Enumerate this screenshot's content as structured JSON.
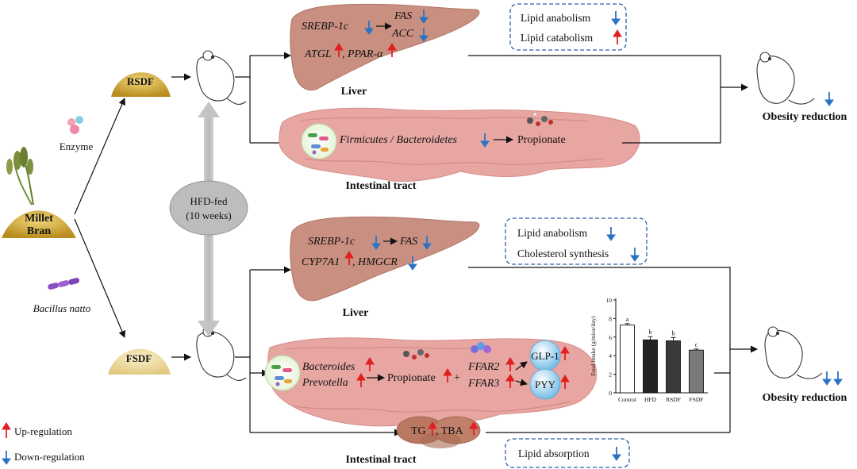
{
  "inputs": {
    "millet_bran": [
      "Millet",
      "Bran"
    ],
    "enzyme": "Enzyme",
    "bacillus": "Bacillus natto",
    "rsdf": "RSDF",
    "fsdf": "FSDF",
    "hfd": [
      "HFD-fed",
      "(10 weeks)"
    ]
  },
  "top": {
    "liver": {
      "srebp": "SREBP-1c",
      "fas": "FAS",
      "acc": "ACC",
      "atgl": "ATGL",
      "ppar_prefix": ", PPAR-α",
      "label": "Liver"
    },
    "box": [
      "Lipid anabolism",
      "Lipid catabolism"
    ],
    "intestine": {
      "ratio": "Firmicutes / Bacteroidetes",
      "product": "Propionate",
      "label": "Intestinal tract"
    },
    "outcome": "Obesity reduction"
  },
  "bottom": {
    "liver": {
      "srebp": "SREBP-1c",
      "fas": "FAS",
      "cyp": "CYP7A1",
      "hmgcr": ", HMGCR",
      "label": "Liver"
    },
    "box": [
      "Lipid anabolism",
      "Cholesterol synthesis"
    ],
    "intestine": {
      "bact1": "Bacteroides",
      "bact2": "Prevotella",
      "product": "Propionate",
      "plus": "+",
      "ffar2": "FFAR2",
      "ffar3": "FFAR3",
      "glp": "GLP-1",
      "pyy": "PYY",
      "tg": "TG",
      "tba": ", TBA",
      "label": "Intestinal tract"
    },
    "absorption": "Lipid absorption",
    "outcome": "Obesity reduction"
  },
  "legend": {
    "up": "Up-regulation",
    "down": "Down-regulation"
  },
  "colors": {
    "up": "#e02020",
    "down": "#2a73c4",
    "liver": "#c98f80",
    "intestine": "#e7a6a2",
    "gold": "#d9b13c",
    "box_border": "#2a5fa8"
  },
  "chart_data": {
    "type": "bar",
    "ylabel": "Food intake (g/mice/day)",
    "ylim": [
      0,
      10
    ],
    "yticks": [
      0,
      2,
      4,
      6,
      8,
      10
    ],
    "categories": [
      "Control",
      "HFD",
      "RSDF",
      "FSDF"
    ],
    "values": [
      7.3,
      5.7,
      5.6,
      4.6
    ],
    "errors": [
      0.15,
      0.35,
      0.35,
      0.12
    ],
    "significance": [
      "a",
      "b",
      "b",
      "c"
    ],
    "bar_colors": [
      "#ffffff",
      "#222222",
      "#3a3a3a",
      "#7a7a7a"
    ]
  }
}
